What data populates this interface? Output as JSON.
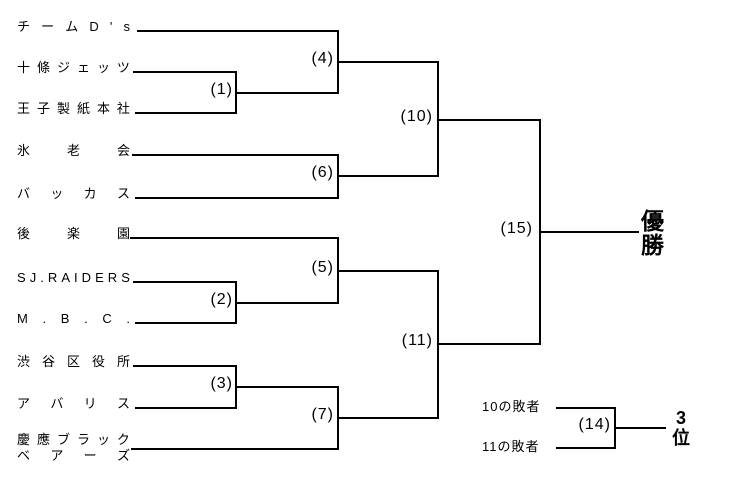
{
  "page": {
    "background_color": "#ffffff",
    "line_color": "#000000"
  },
  "bracket": {
    "teams": [
      {
        "name": "チームD's",
        "lines": [
          "チームD's"
        ]
      },
      {
        "name": "十條ジェッツ",
        "lines": [
          "十條ジェッツ"
        ]
      },
      {
        "name": "王子製紙本社",
        "lines": [
          "王子製紙本社"
        ]
      },
      {
        "name": "氷老会",
        "lines": [
          "氷老会"
        ]
      },
      {
        "name": "バッカス",
        "lines": [
          "バッカス"
        ]
      },
      {
        "name": "後楽園",
        "lines": [
          "後楽園"
        ]
      },
      {
        "name": "SJ.RAIDERS",
        "lines": [
          "SJ.RAIDERS"
        ]
      },
      {
        "name": "M.B.C.",
        "lines": [
          "M.B.C."
        ]
      },
      {
        "name": "渋谷区役所",
        "lines": [
          "渋谷区役所"
        ]
      },
      {
        "name": "アバリス",
        "lines": [
          "アバリス"
        ]
      },
      {
        "name": "慶應ブラックベアーズ",
        "lines": [
          "慶應ブラック",
          "ベアーズ"
        ]
      }
    ],
    "matches": [
      {
        "num": 1,
        "label": "(1)",
        "connects": [
          "team:十條ジェッツ",
          "team:王子製紙本社"
        ]
      },
      {
        "num": 2,
        "label": "(2)",
        "connects": [
          "team:SJ.RAIDERS",
          "team:M.B.C."
        ]
      },
      {
        "num": 3,
        "label": "(3)",
        "connects": [
          "team:渋谷区役所",
          "team:アバリス"
        ]
      },
      {
        "num": 4,
        "label": "(4)",
        "connects": [
          "team:チームD's",
          "match:1"
        ]
      },
      {
        "num": 5,
        "label": "(5)",
        "connects": [
          "team:後楽園",
          "match:2"
        ]
      },
      {
        "num": 6,
        "label": "(6)",
        "connects": [
          "team:氷老会",
          "team:バッカス"
        ]
      },
      {
        "num": 7,
        "label": "(7)",
        "connects": [
          "match:3",
          "team:慶應ブラックベアーズ"
        ]
      },
      {
        "num": 10,
        "label": "(10)",
        "connects": [
          "match:4",
          "match:6"
        ]
      },
      {
        "num": 11,
        "label": "(11)",
        "connects": [
          "match:5",
          "match:7"
        ]
      },
      {
        "num": 14,
        "label": "(14)",
        "connects": [
          "source:10の敗者",
          "source:11の敗者"
        ]
      },
      {
        "num": 15,
        "label": "(15)",
        "connects": [
          "match:10",
          "match:11"
        ]
      }
    ],
    "champion_label": "優勝",
    "third_place_label": "3位",
    "third_place_sources": [
      "10の敗者",
      "11の敗者"
    ]
  }
}
